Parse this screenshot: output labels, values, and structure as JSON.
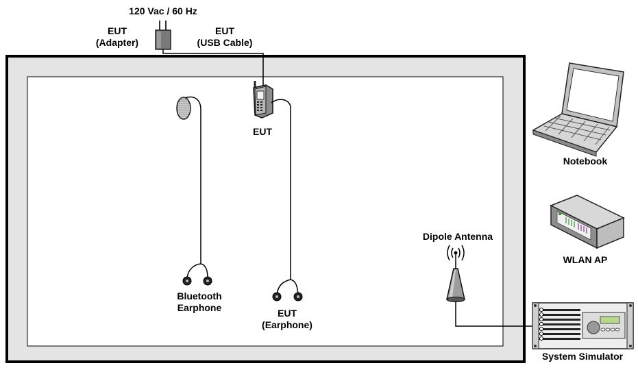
{
  "power_label": "120 Vac / 60 Hz",
  "adapter": {
    "line1": "EUT",
    "line2": "(Adapter)"
  },
  "usb_cable": {
    "line1": "EUT",
    "line2": "(USB Cable)"
  },
  "eut_phone": "EUT",
  "bluetooth_earphone": {
    "line1": "Bluetooth",
    "line2": "Earphone"
  },
  "eut_earphone": {
    "line1": "EUT",
    "line2": "(Earphone)"
  },
  "dipole_antenna": "Dipole Antenna",
  "notebook": "Notebook",
  "wlan_ap": "WLAN AP",
  "system_simulator": "System Simulator"
}
